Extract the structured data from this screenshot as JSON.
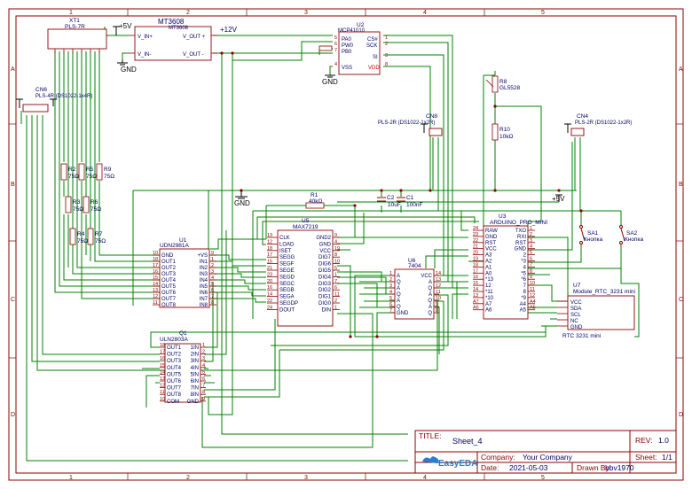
{
  "zones": {
    "columns": [
      "1",
      "2",
      "3",
      "4",
      "5"
    ],
    "rows": [
      "A",
      "B",
      "C",
      "D"
    ]
  },
  "title_block": {
    "title_label": "TITLE:",
    "title": "Sheet_4",
    "rev_label": "REV:",
    "rev": "1.0",
    "company_label": "Company:",
    "company": "Your Company",
    "sheet_label": "Sheet:",
    "sheet": "1/1",
    "date_label": "Date:",
    "date": "2021-05-03",
    "drawn_label": "Drawn By:",
    "drawn": "bbv1970",
    "logo": "EasyEDA"
  },
  "components": {
    "xt1": {
      "ref": "XT1",
      "value": "PLS-7R"
    },
    "mt3608": {
      "ref": "MT3608",
      "value": "MT3608",
      "pins": [
        "V_IN+",
        "V_IN-",
        "V_OUT +",
        "V_OUT -"
      ]
    },
    "u2": {
      "ref": "U2",
      "value": "MCP41010",
      "pins_left": [
        "PA0",
        "PW0",
        "PB0",
        "VSS"
      ],
      "pins_right": [
        "CS#",
        "SCK",
        "SI",
        "VDD"
      ]
    },
    "cn6": {
      "ref": "CN6",
      "value": "PLS-4R (DS1022-1x4R)"
    },
    "r8": {
      "ref": "R8",
      "value": "GL5528"
    },
    "cn8": {
      "ref": "CN8",
      "value": "PLS-2R (DS1022-1x2R)"
    },
    "cn4": {
      "ref": "CN4",
      "value": "PLS-2R (DS1022-1x2R)"
    },
    "r10": {
      "ref": "R10",
      "value": "10kΩ"
    },
    "r2": {
      "ref": "R2",
      "value": "75Ω"
    },
    "r5": {
      "ref": "R5",
      "value": "75Ω"
    },
    "r9": {
      "ref": "R9",
      "value": "75Ω"
    },
    "r3": {
      "ref": "R3",
      "value": "75Ω"
    },
    "r6": {
      "ref": "R6",
      "value": "75Ω"
    },
    "r4": {
      "ref": "R4",
      "value": "75Ω"
    },
    "r7": {
      "ref": "R7",
      "value": "75Ω"
    },
    "r1": {
      "ref": "R1",
      "value": "40kΩ"
    },
    "c2": {
      "ref": "C2",
      "value": "10uF"
    },
    "c1": {
      "ref": "C1",
      "value": "100nF"
    },
    "u1": {
      "ref": "U1",
      "value": "UDN2981A",
      "pins_left": [
        "GND",
        "OUT1",
        "OUT2",
        "OUT3",
        "OUT4",
        "OUT5",
        "OUT6",
        "OUT7",
        "OUT8"
      ],
      "pins_right": [
        "+VS",
        "IN1",
        "IN2",
        "IN3",
        "IN4",
        "IN5",
        "IN6",
        "IN7",
        "IN8"
      ]
    },
    "u5": {
      "ref": "U5",
      "value": "MAX7219",
      "pins_left": [
        "CLK",
        "LOAD",
        "ISET",
        "SEGG",
        "SEGF",
        "SEGE",
        "SEGD",
        "SEGC",
        "SEGB",
        "SEGA",
        "SEGDP",
        "DOUT"
      ],
      "pins_right": [
        "GND2",
        "GND",
        "VCC",
        "DIG7",
        "DIG6",
        "DIG5",
        "DIG4",
        "DIG3",
        "DIG2",
        "DIG1",
        "DIG0",
        "DIN"
      ]
    },
    "u6": {
      "ref": "U6",
      "value": "7404",
      "pins_left": [
        "A",
        "Q",
        "A",
        "Q",
        "A",
        "Q",
        "GND"
      ],
      "pins_right": [
        "VCC",
        "A",
        "Q",
        "A",
        "Q",
        "A",
        "Q"
      ]
    },
    "u3": {
      "ref": "U3",
      "value": "ARDUINO_PRO_MINI",
      "pins_left": [
        "RAW",
        "GND",
        "RST",
        "VCC",
        "A3",
        "A2",
        "A1",
        "A0",
        "*13",
        "12",
        "*11",
        "*10",
        "A7",
        "A6"
      ],
      "pins_right": [
        "TXO",
        "RXI",
        "RST",
        "GND",
        "2",
        "*3",
        "4",
        "*5",
        "*6",
        "7",
        "8",
        "*9",
        "A4",
        "A5"
      ]
    },
    "sa1": {
      "ref": "SA1",
      "value": "Кнопка"
    },
    "sa2": {
      "ref": "SA2",
      "value": "Кнопка"
    },
    "u7": {
      "ref": "U7",
      "value": "Module_RTC_3231 mini",
      "pins": [
        "VCC",
        "SDA",
        "SCL",
        "NC",
        "GND"
      ],
      "footer": "RTC 3231 mini"
    },
    "q1": {
      "ref": "Q1",
      "value": "ULN2803A",
      "pins_left": [
        "OUT1",
        "OUT2",
        "OUT3",
        "OUT4",
        "OUT5",
        "OUT6",
        "OUT7",
        "OUT8",
        "COM"
      ],
      "pins_right": [
        "1IN",
        "2IN",
        "3IN",
        "4IN",
        "5IN",
        "6IN",
        "7IN",
        "8IN",
        "GND"
      ]
    }
  },
  "nets": {
    "p5v": "+5V",
    "p12v": "+12V",
    "gnd": "GND"
  }
}
